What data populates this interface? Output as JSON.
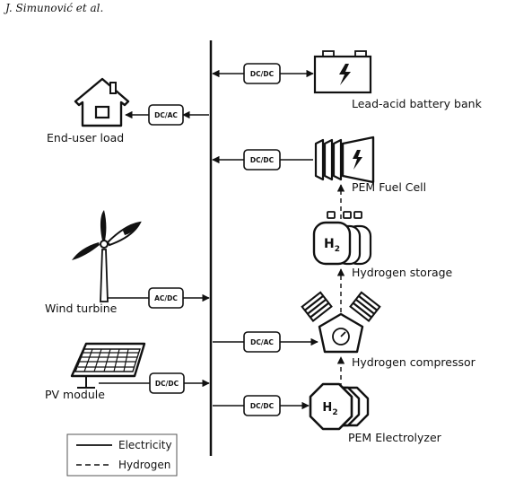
{
  "header": {
    "authors": "J. Simunović et al."
  },
  "components": {
    "battery": "Lead-acid battery bank",
    "fuel_cell": "PEM Fuel Cell",
    "storage": "Hydrogen storage",
    "compressor": "Hydrogen compressor",
    "electrolyzer": "PEM Electrolyzer",
    "load": "End-user load",
    "wind": "Wind turbine",
    "pv": "PV module"
  },
  "converters": {
    "battery": "DC/DC",
    "fuel_cell": "DC/DC",
    "load": "DC/AC",
    "wind": "AC/DC",
    "compressor": "DC/AC",
    "pv": "DC/DC",
    "electrolyzer": "DC/DC"
  },
  "hydrogen_symbol": {
    "letter": "H",
    "subscript": "2"
  },
  "legend": {
    "electricity": "Electricity",
    "hydrogen": "Hydrogen"
  }
}
